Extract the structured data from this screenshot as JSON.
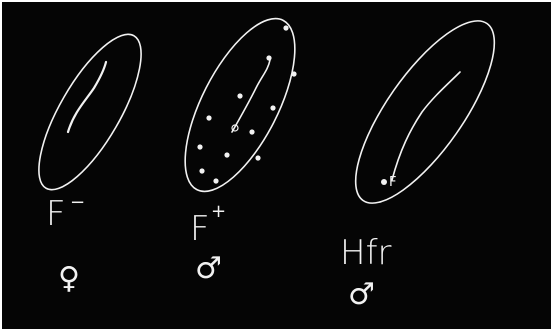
{
  "colors": {
    "background": "#050505",
    "chalk": "#f2f2f2",
    "border": "#ffffff"
  },
  "labels": {
    "cell1_type": "F",
    "cell1_sign": "−",
    "cell1_sex": "♀",
    "cell2_type": "F",
    "cell2_sign": "+",
    "cell2_sex": "♂",
    "cell3_type": "Hfr",
    "cell3_sex": "♂",
    "cell3_marker": "F"
  },
  "icons": {
    "female": "female-symbol",
    "male": "male-symbol"
  }
}
